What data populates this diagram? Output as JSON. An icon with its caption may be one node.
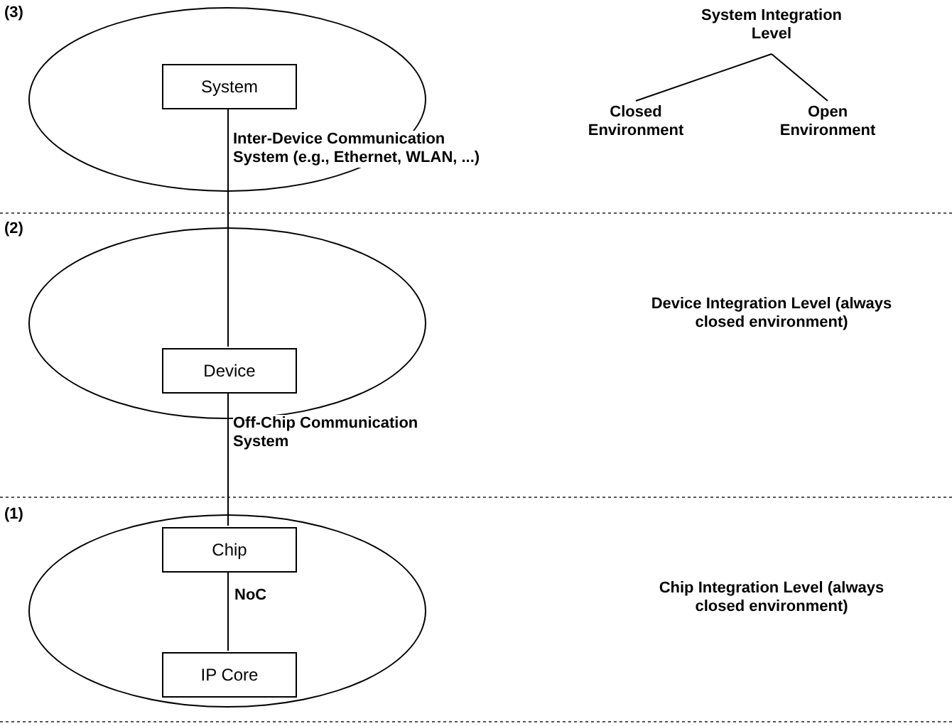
{
  "diagram": {
    "nodes": [
      {
        "text": [],
        "shape": "ellipse"
      },
      {
        "text": [
          "System"
        ],
        "in": 0
      },
      {
        "text": [],
        "shape": "ellipse"
      },
      {
        "text": [
          "Device"
        ],
        "in": 2
      },
      {
        "text": [],
        "shape": "ellipse"
      },
      {
        "text": [
          "Chip"
        ],
        "in": 4
      },
      {
        "text": [
          "IP Core"
        ],
        "in": 4
      },
      {
        "text": [
          "System Integration Level"
        ]
      },
      {
        "text": [
          "Closed Environment"
        ]
      },
      {
        "text": [
          "Open Environment"
        ]
      }
    ],
    "edges": [
      {
        "from": 1,
        "to": 3,
        "arrow": "none",
        "label": "Inter-Device Communication System (e.g., Ethernet, WLAN, ...)"
      },
      {
        "from": 3,
        "to": 5,
        "arrow": "none",
        "label": "Off-Chip Communication System"
      },
      {
        "from": 5,
        "to": 6,
        "arrow": "none",
        "label": "NoC"
      },
      {
        "from": 7,
        "to": 8,
        "arrow": "none"
      },
      {
        "from": 7,
        "to": 9,
        "arrow": "none"
      }
    ],
    "labels": [
      "(3)",
      "(2)",
      "Device Integration Level (always closed environment)",
      "(1)",
      "Chip Integration Level (always closed environment)"
    ]
  }
}
